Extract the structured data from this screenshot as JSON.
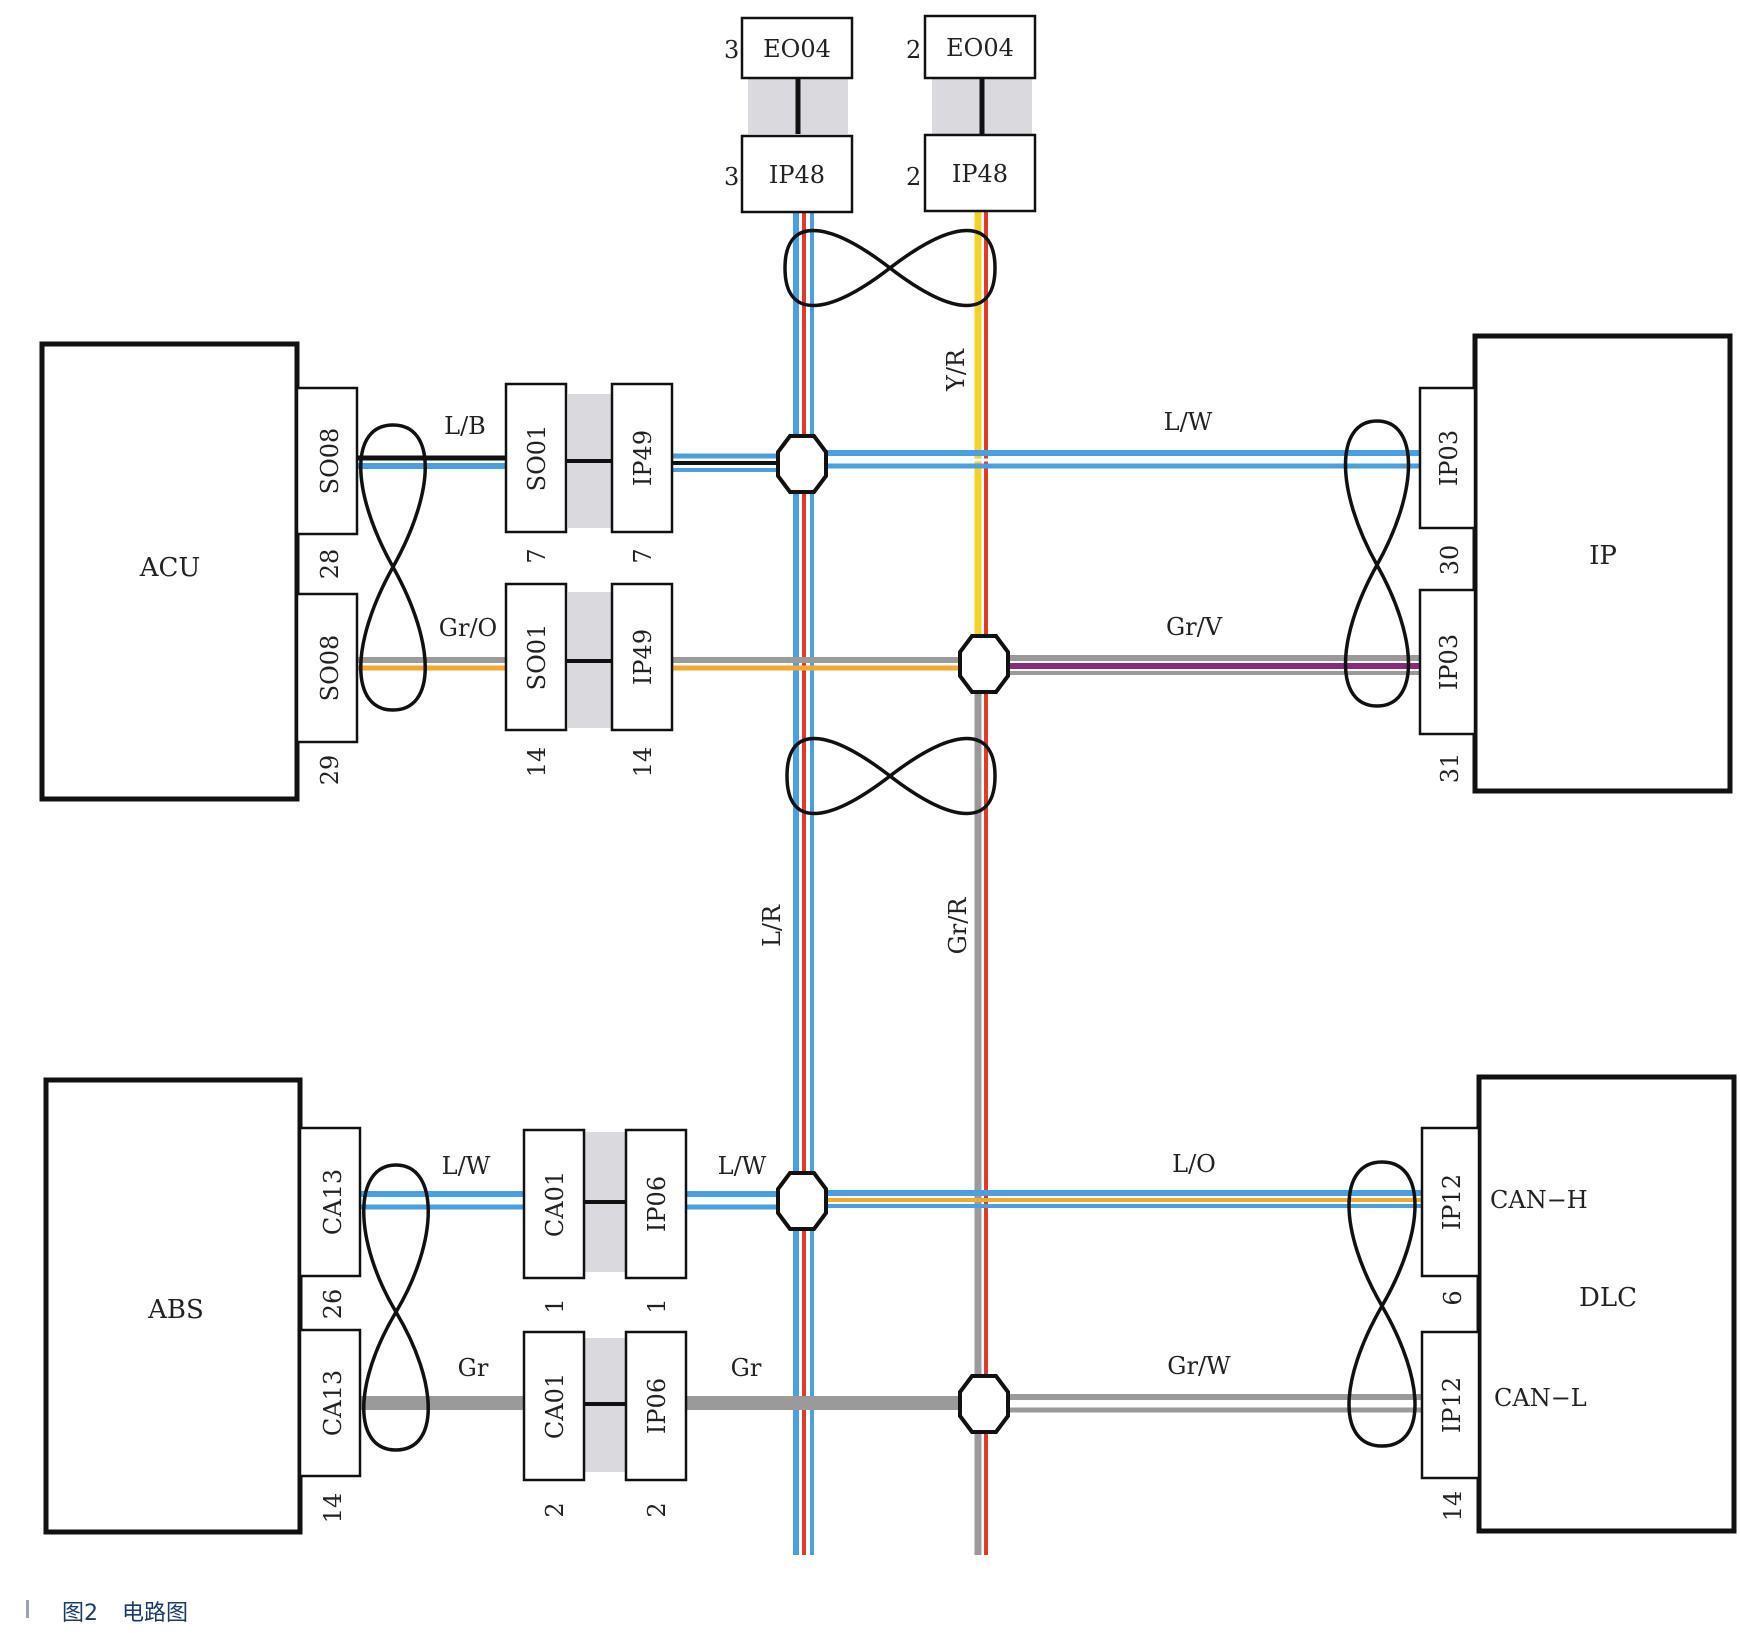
{
  "caption": {
    "mark": "图2",
    "text": "电路图"
  },
  "modules": {
    "acu": "ACU",
    "ip": "IP",
    "abs": "ABS",
    "dlc": "DLC"
  },
  "top_connectors": {
    "left": {
      "upper": "EO04",
      "lower": "IP48",
      "pin_upper": "3",
      "pin_lower": "3"
    },
    "right": {
      "upper": "EO04",
      "lower": "IP48",
      "pin_upper": "2",
      "pin_lower": "2"
    }
  },
  "acu_side": {
    "row1": {
      "module_conn": "SO08",
      "module_pin": "28",
      "wire": "L/B",
      "conn_a": "SO01",
      "pin_a": "7",
      "conn_b": "IP49",
      "pin_b": "7"
    },
    "row2": {
      "module_conn": "SO08",
      "module_pin": "29",
      "wire": "Gr/O",
      "conn_a": "SO01",
      "pin_a": "14",
      "conn_b": "IP49",
      "pin_b": "14"
    }
  },
  "ip_side": {
    "row1": {
      "conn": "IP03",
      "pin": "30",
      "wire": "L/W"
    },
    "row2": {
      "conn": "IP03",
      "pin": "31",
      "wire": "Gr/V"
    }
  },
  "abs_side": {
    "row1": {
      "module_conn": "CA13",
      "module_pin": "26",
      "wire": "L/W",
      "conn_a": "CA01",
      "pin_a": "1",
      "conn_b": "IP06",
      "pin_b": "1",
      "wire_out": "L/W"
    },
    "row2": {
      "module_conn": "CA13",
      "module_pin": "14",
      "wire": "Gr",
      "conn_a": "CA01",
      "pin_a": "2",
      "conn_b": "IP06",
      "pin_b": "2",
      "wire_out": "Gr"
    }
  },
  "dlc_side": {
    "row1": {
      "conn": "IP12",
      "pin": "6",
      "wire": "L/O",
      "signal": "CAN−H"
    },
    "row2": {
      "conn": "IP12",
      "pin": "14",
      "wire": "Gr/W",
      "signal": "CAN−L"
    }
  },
  "bus_wires": {
    "upper_right": "Y/R",
    "lower_left": "L/R",
    "lower_right": "Gr/R"
  },
  "colors": {
    "blue": "#4a9fe0",
    "red": "#e03a2a",
    "yellow": "#f2d22a",
    "orange": "#f0a830",
    "gray": "#9a9a9a",
    "purple": "#8a2a7a",
    "black": "#111111",
    "caption": "#1a3a6a"
  }
}
